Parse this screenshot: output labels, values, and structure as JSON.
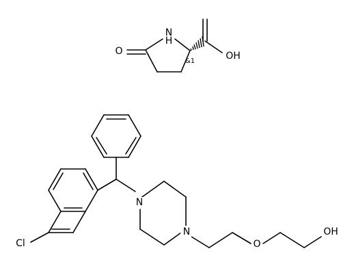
{
  "structure": {
    "background": "#ffffff",
    "ink": "#000000",
    "molecules": [
      {
        "id": "pyroglutamic-acid",
        "atoms": {
          "o_keto": "O",
          "nh": "N\nH",
          "stereo": "&1",
          "oh_acid": "OH"
        }
      },
      {
        "id": "hydroxyzine",
        "atoms": {
          "cl": "Cl",
          "n1": "N",
          "n2": "N",
          "o_ether": "O",
          "oh": "OH"
        }
      }
    ]
  }
}
